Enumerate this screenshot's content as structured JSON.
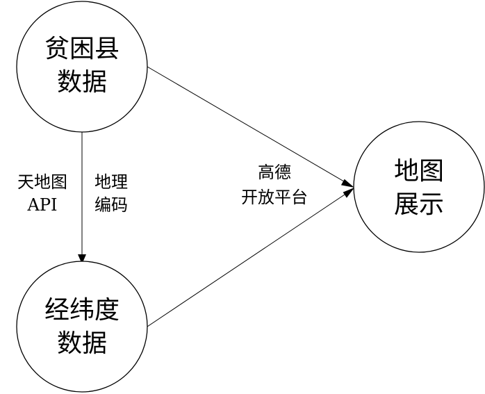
{
  "nodes": {
    "poverty_county": {
      "line1": "贫困县",
      "line2": "数据"
    },
    "lat_lng": {
      "line1": "经纬度",
      "line2": "数据"
    },
    "map_display": {
      "line1": "地图",
      "line2": "展示"
    }
  },
  "edges": {
    "tianditu": {
      "line1": "天地图",
      "line2": "API"
    },
    "geocoding": {
      "line1": "地理",
      "line2": "编码"
    },
    "amap": {
      "line1": "高德",
      "line2": "开放平台"
    }
  },
  "colors": {
    "stroke": "#000000",
    "background": "#ffffff"
  }
}
